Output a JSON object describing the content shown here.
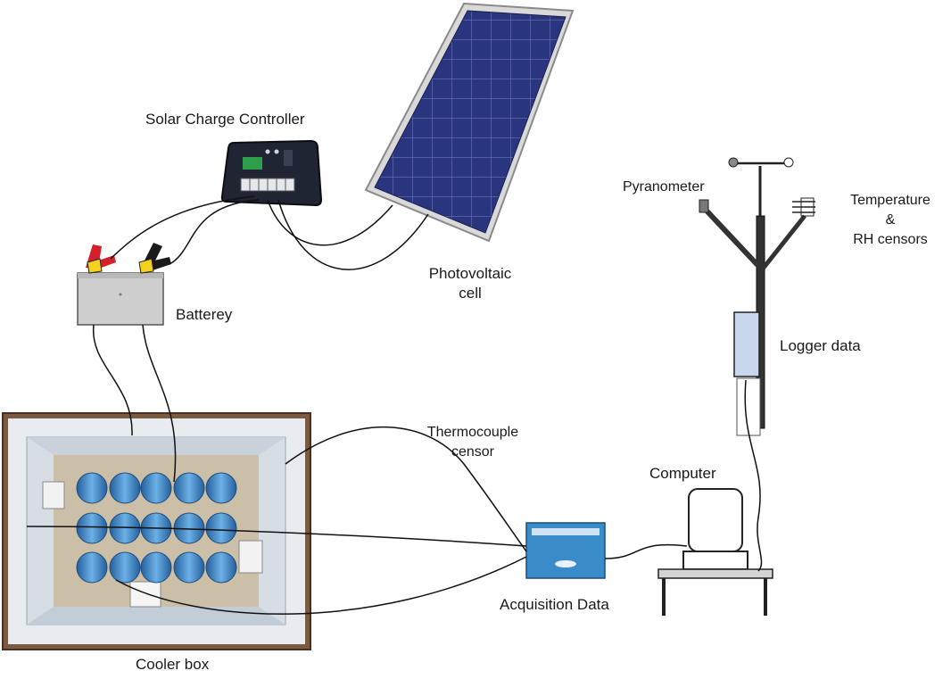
{
  "labels": {
    "solar_charge_controller": "Solar Charge Controller",
    "photovoltaic_cell_line1": "Photovoltaic",
    "photovoltaic_cell_line2": "cell",
    "battery": "Batterey",
    "pyranometer": "Pyranometer",
    "temperature_line1": "Temperature",
    "temperature_line2": "&",
    "temperature_line3": "RH censors",
    "logger_data": "Logger data",
    "thermocouple_line1": "Thermocouple",
    "thermocouple_line2": "censor",
    "computer": "Computer",
    "acquisition_data": "Acquisition Data",
    "cooler_box": "Cooler box"
  },
  "colors": {
    "panel_cell": "#2a3580",
    "panel_frame": "#d9d9d9",
    "battery_body": "#cfcfcf",
    "clamp_red": "#d4202a",
    "clamp_black": "#1a1a1a",
    "clamp_yellow": "#f2d21c",
    "controller_body": "#1f2533",
    "controller_screen": "#2f9e4a",
    "cooler_wall": "#e8ecf0",
    "cooler_frame": "#6a4a32",
    "bottle": "#3f86c9",
    "acquisition_box": "#3a8cc8",
    "logger_box": "#c9d7ec",
    "wire": "#111111"
  }
}
